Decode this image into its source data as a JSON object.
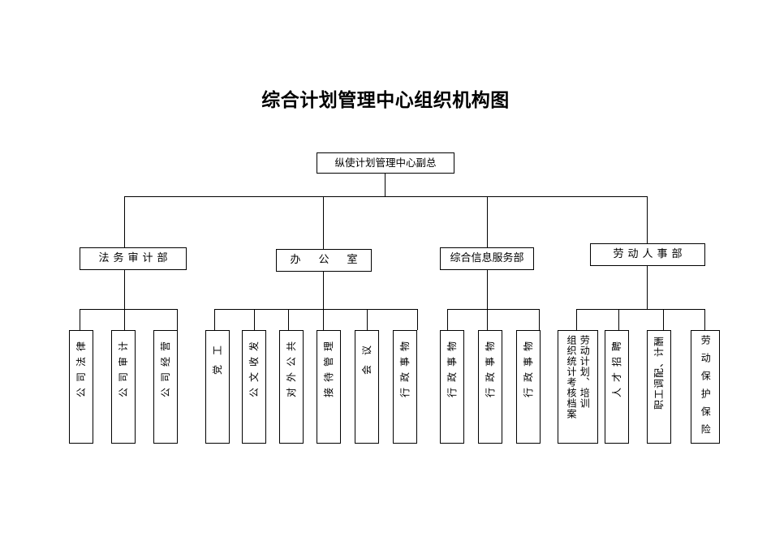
{
  "title": "综合计划管理中心组织机构图",
  "root": {
    "label": "纵使计划管理中心副总"
  },
  "departments": [
    {
      "id": "legal-audit",
      "label": "法务审计部"
    },
    {
      "id": "office",
      "label": "办公室"
    },
    {
      "id": "info-service",
      "label": "综合信息服务部"
    },
    {
      "id": "labor-hr",
      "label": "劳动人事部"
    }
  ],
  "leaves": {
    "legal_audit": [
      {
        "label": "公司法律"
      },
      {
        "label": "公司审计"
      },
      {
        "label": "公司经营"
      }
    ],
    "office": [
      {
        "label": "党工"
      },
      {
        "label": "公文收发"
      },
      {
        "label": "对外公共"
      },
      {
        "label": "接待管理"
      },
      {
        "label": "会议"
      },
      {
        "label": "行政事物"
      }
    ],
    "info_service": [
      {
        "label": "行政事物"
      },
      {
        "label": "行政事物"
      },
      {
        "label": "行政事物"
      }
    ],
    "labor_hr": [
      {
        "label": "劳动组织计划、统计、培训考核、档案",
        "col_a": "劳动计划、培训",
        "col_b": "组织统计考核档案"
      },
      {
        "label": "人才招聘"
      },
      {
        "label": "职工调配、计酬"
      },
      {
        "label": "劳动保护保险"
      }
    ]
  },
  "colors": {
    "line": "#000000",
    "box_border": "#000000",
    "background": "#ffffff",
    "text": "#000000"
  }
}
